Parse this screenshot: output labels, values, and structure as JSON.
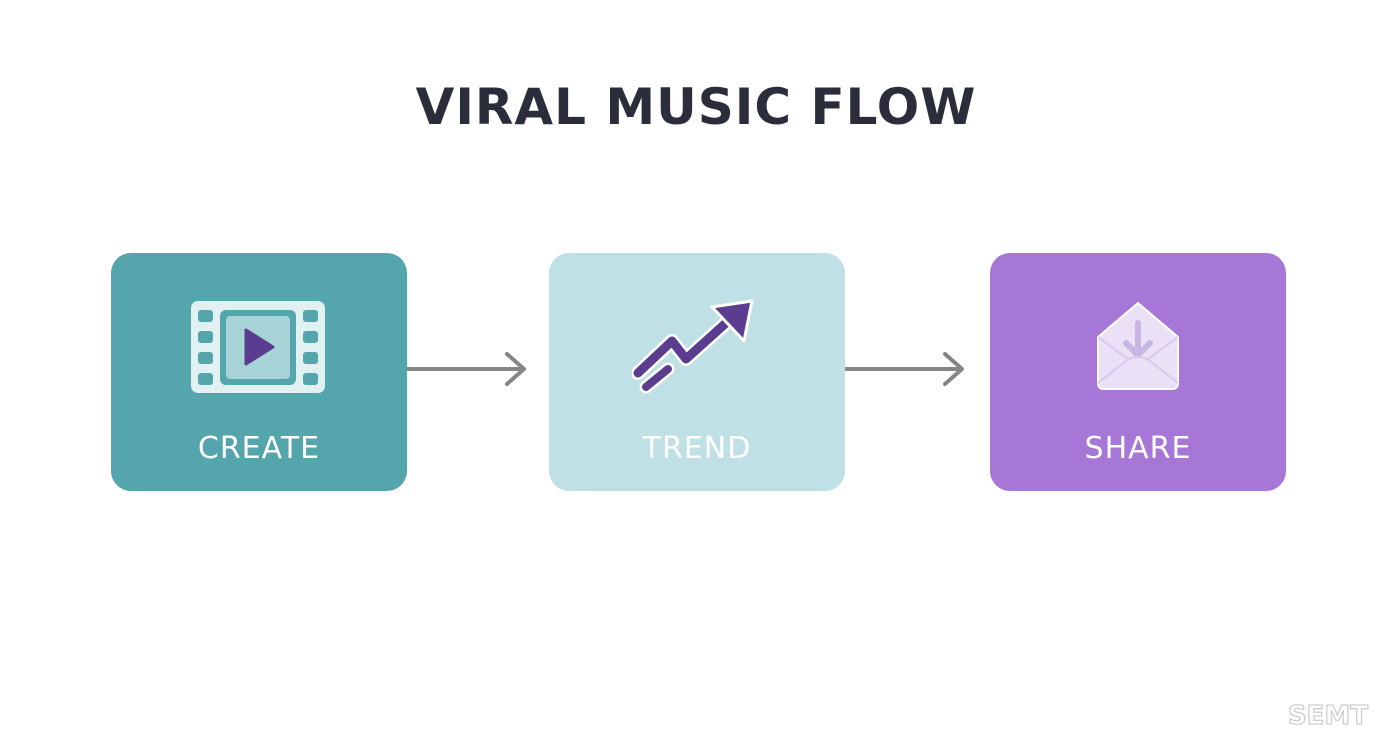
{
  "title": "VIRAL MUSIC FLOW",
  "steps": [
    {
      "label": "CREATE",
      "icon": "film-play-icon",
      "color": "#55a5ad"
    },
    {
      "label": "TREND",
      "icon": "trending-up-arrow-icon",
      "color": "#bfe1e6"
    },
    {
      "label": "SHARE",
      "icon": "envelope-download-icon",
      "color": "#a677d6"
    }
  ],
  "connectors": [
    {
      "from": "CREATE",
      "to": "TREND"
    },
    {
      "from": "TREND",
      "to": "SHARE"
    }
  ],
  "colors": {
    "title": "#2b2d3b",
    "arrow": "#858585",
    "icon_accent": "#5b3d8f",
    "icon_light": "#e4f1f2"
  },
  "watermark": {
    "text": "SEMT"
  }
}
